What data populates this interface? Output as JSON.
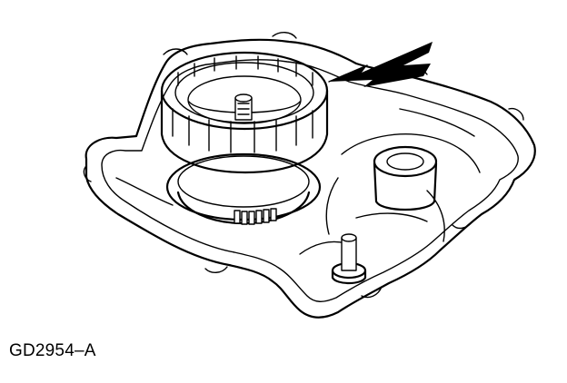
{
  "figure": {
    "caption": "GD2954–A",
    "ink_color": "#000000",
    "background_color": "#ffffff",
    "callouts": [
      {
        "type": "arrow",
        "direction": "pointing-left-down",
        "target": "clutch-drum-ring"
      }
    ]
  }
}
